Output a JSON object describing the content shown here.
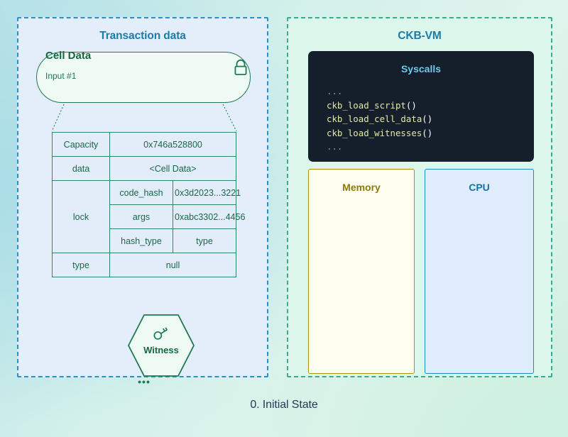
{
  "caption": "0. Initial State",
  "transaction_panel": {
    "title": "Transaction data",
    "cell_data": {
      "title": "Cell Data",
      "subtitle": "Input #1",
      "lock_icon": "lock-icon"
    },
    "table": {
      "rows": [
        {
          "key": "Capacity",
          "value": "0x746a528800"
        },
        {
          "key": "data",
          "value": "<Cell Data>"
        },
        {
          "key": "lock",
          "sub": "code_hash",
          "value": "0x3d2023...3221"
        },
        {
          "key": "lock",
          "sub": "args",
          "value": "0xabc3302...4456"
        },
        {
          "key": "lock",
          "sub": "hash_type",
          "value": "type"
        },
        {
          "key": "type",
          "value": "null"
        }
      ]
    },
    "witness": {
      "label": "Witness",
      "icon": "key-icon"
    },
    "ellipsis": "•••"
  },
  "vm_panel": {
    "title": "CKB-VM",
    "syscalls": {
      "title": "Syscalls",
      "lines": [
        {
          "text": "...",
          "kind": "dots"
        },
        {
          "text": "ckb_load_script",
          "kind": "call"
        },
        {
          "text": "ckb_load_cell_data",
          "kind": "call"
        },
        {
          "text": "ckb_load_witnesses",
          "kind": "call"
        },
        {
          "text": "...",
          "kind": "dots"
        }
      ],
      "call_suffix": "()"
    },
    "memory": {
      "title": "Memory"
    },
    "cpu": {
      "title": "CPU"
    }
  },
  "colors": {
    "tx_border": "#2f8fc4",
    "tx_fill": "#e4eefb",
    "vm_border": "#3aab8e",
    "vm_fill": "#dcf6ec",
    "title_blue": "#1c7ba8",
    "green": "#1d7a52",
    "code_bg": "#141f2b",
    "code_fn": "#e2e9a6",
    "syscalls_title": "#6ec8f0",
    "memory_border": "#a9930e",
    "cpu_border": "#1f8bbd",
    "caption": "#1f3a52"
  }
}
